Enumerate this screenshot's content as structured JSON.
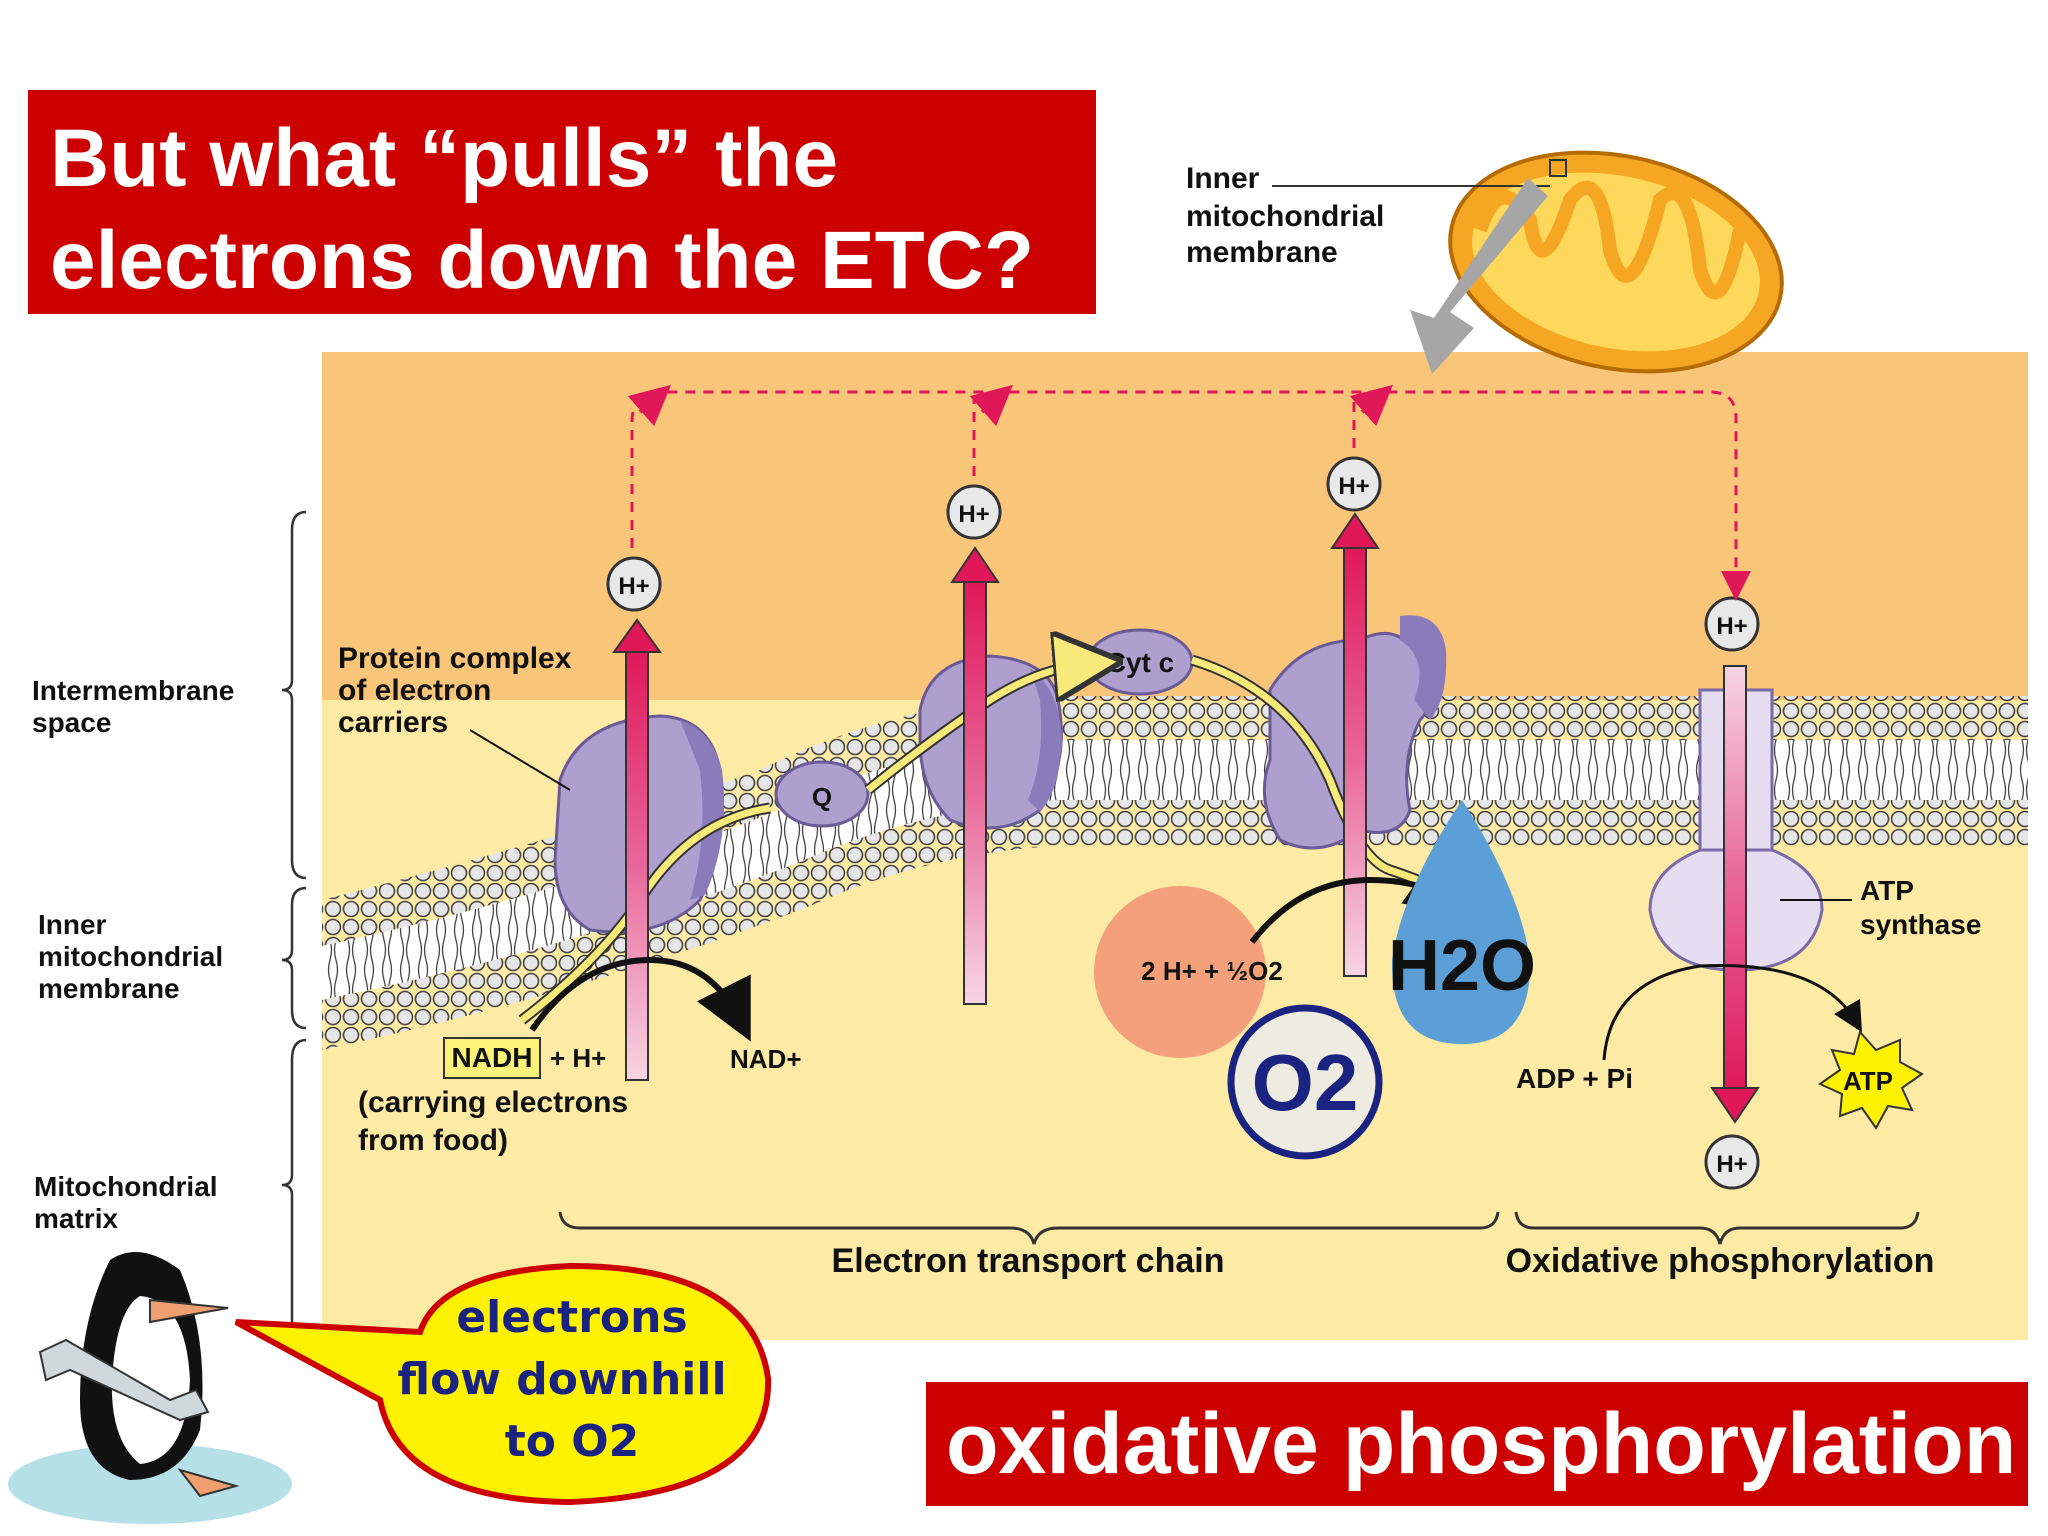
{
  "title": {
    "line1": "But what “pulls” the",
    "line2": "electrons down the ETC?"
  },
  "bottom_banner": "oxidative phosphorylation",
  "mito_callout": {
    "line1": "Inner",
    "line2": "mitochondrial",
    "line3": "membrane"
  },
  "side_labels": {
    "intermembrane": [
      "Intermembrane",
      "space"
    ],
    "inner_membrane": [
      "Inner",
      "mitochondrial",
      "membrane"
    ],
    "matrix": [
      "Mitochondrial",
      "matrix"
    ]
  },
  "protein_label": [
    "Protein complex",
    "of electron",
    "carriers"
  ],
  "carriers": {
    "q": "Q",
    "cyt_c": "Cyt c"
  },
  "proton": "H+",
  "nadh": {
    "box": "NADH",
    "plus": "+ H+",
    "product": "NAD+",
    "note_line1": "(carrying electrons",
    "note_line2": "from food)"
  },
  "oxygen_reaction": "2 H+ + ½O2",
  "water": "H2O",
  "oxygen": "O2",
  "atp_synthase": [
    "ATP",
    "synthase"
  ],
  "adp": "ADP + Pi",
  "atp": "ATP",
  "sections": {
    "etc": "Electron transport chain",
    "oxphos": "Oxidative phosphorylation"
  },
  "speech": {
    "line1": "electrons",
    "line2": "flow downhill",
    "line3": "to O2"
  },
  "colors": {
    "title_red": "#cc0000",
    "intermembrane": "#f9c579",
    "matrix": "#fdeaa5",
    "protein": "#ae9fcf",
    "proton_arrow": "#e0185a",
    "electron_path": "#f7ea7a",
    "water": "#5b9fd6",
    "oxygen_circle": "#f4a07a",
    "speech_bubble": "#fff200",
    "mitochondrion": "#f5a623"
  }
}
